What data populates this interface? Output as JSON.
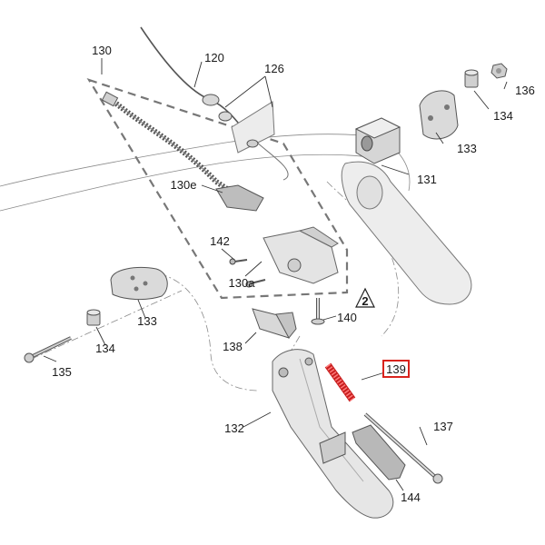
{
  "labels": {
    "l130": "130",
    "l120": "120",
    "l126": "126",
    "l136": "136",
    "l134a": "134",
    "l133a": "133",
    "l131": "131",
    "l130e": "130e",
    "l142": "142",
    "l130a": "130a",
    "l133b": "133",
    "l134b": "134",
    "l135": "135",
    "l140": "140",
    "l138": "138",
    "l139": "139",
    "l137": "137",
    "l132": "132",
    "l144": "144"
  },
  "step_marker": "2",
  "colors": {
    "highlight": "#d9231d",
    "spring_red": "#c81e1e",
    "part_fill": "#e4e4e4",
    "part_dark": "#bdbdbd",
    "dashed": "#777777"
  }
}
